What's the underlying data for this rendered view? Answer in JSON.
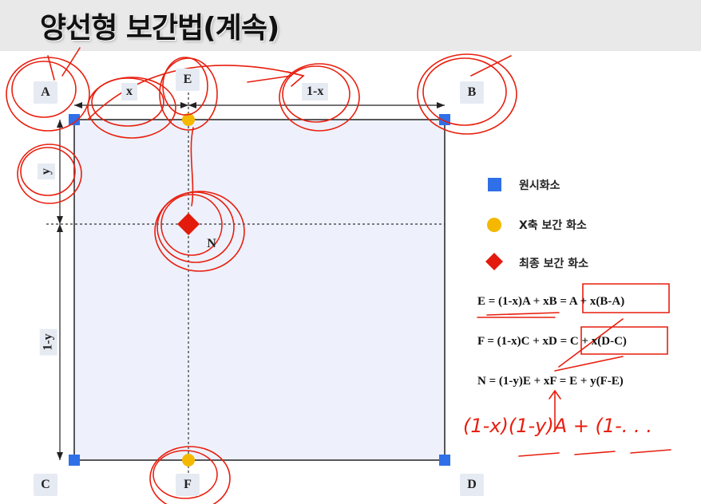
{
  "title": "양선형 보간법(계속)",
  "points": {
    "a": "A",
    "b": "B",
    "c": "C",
    "d": "D",
    "e": "E",
    "f": "F",
    "n": "N"
  },
  "segments": {
    "x": "x",
    "one_minus_x": "1-x",
    "y": "y",
    "one_minus_y": "1-y"
  },
  "legend": [
    {
      "label": "원시화소",
      "symbol": "square",
      "color": "#2f6fe8"
    },
    {
      "label": "X축 보간 화소",
      "symbol": "circle",
      "color": "#f4b800"
    },
    {
      "label": "최종 보간 화소",
      "symbol": "diamond",
      "color": "#e31b0c"
    }
  ],
  "formulas": {
    "e": "E = (1-x)A + xB = A + x(B-A)",
    "f": "F = (1-x)C + xD = C + x(D-C)",
    "n": "N = (1-y)E + xF = E + y(F-E)"
  },
  "handwriting": "(1-x)(1-y)A + (1-. . ."
}
